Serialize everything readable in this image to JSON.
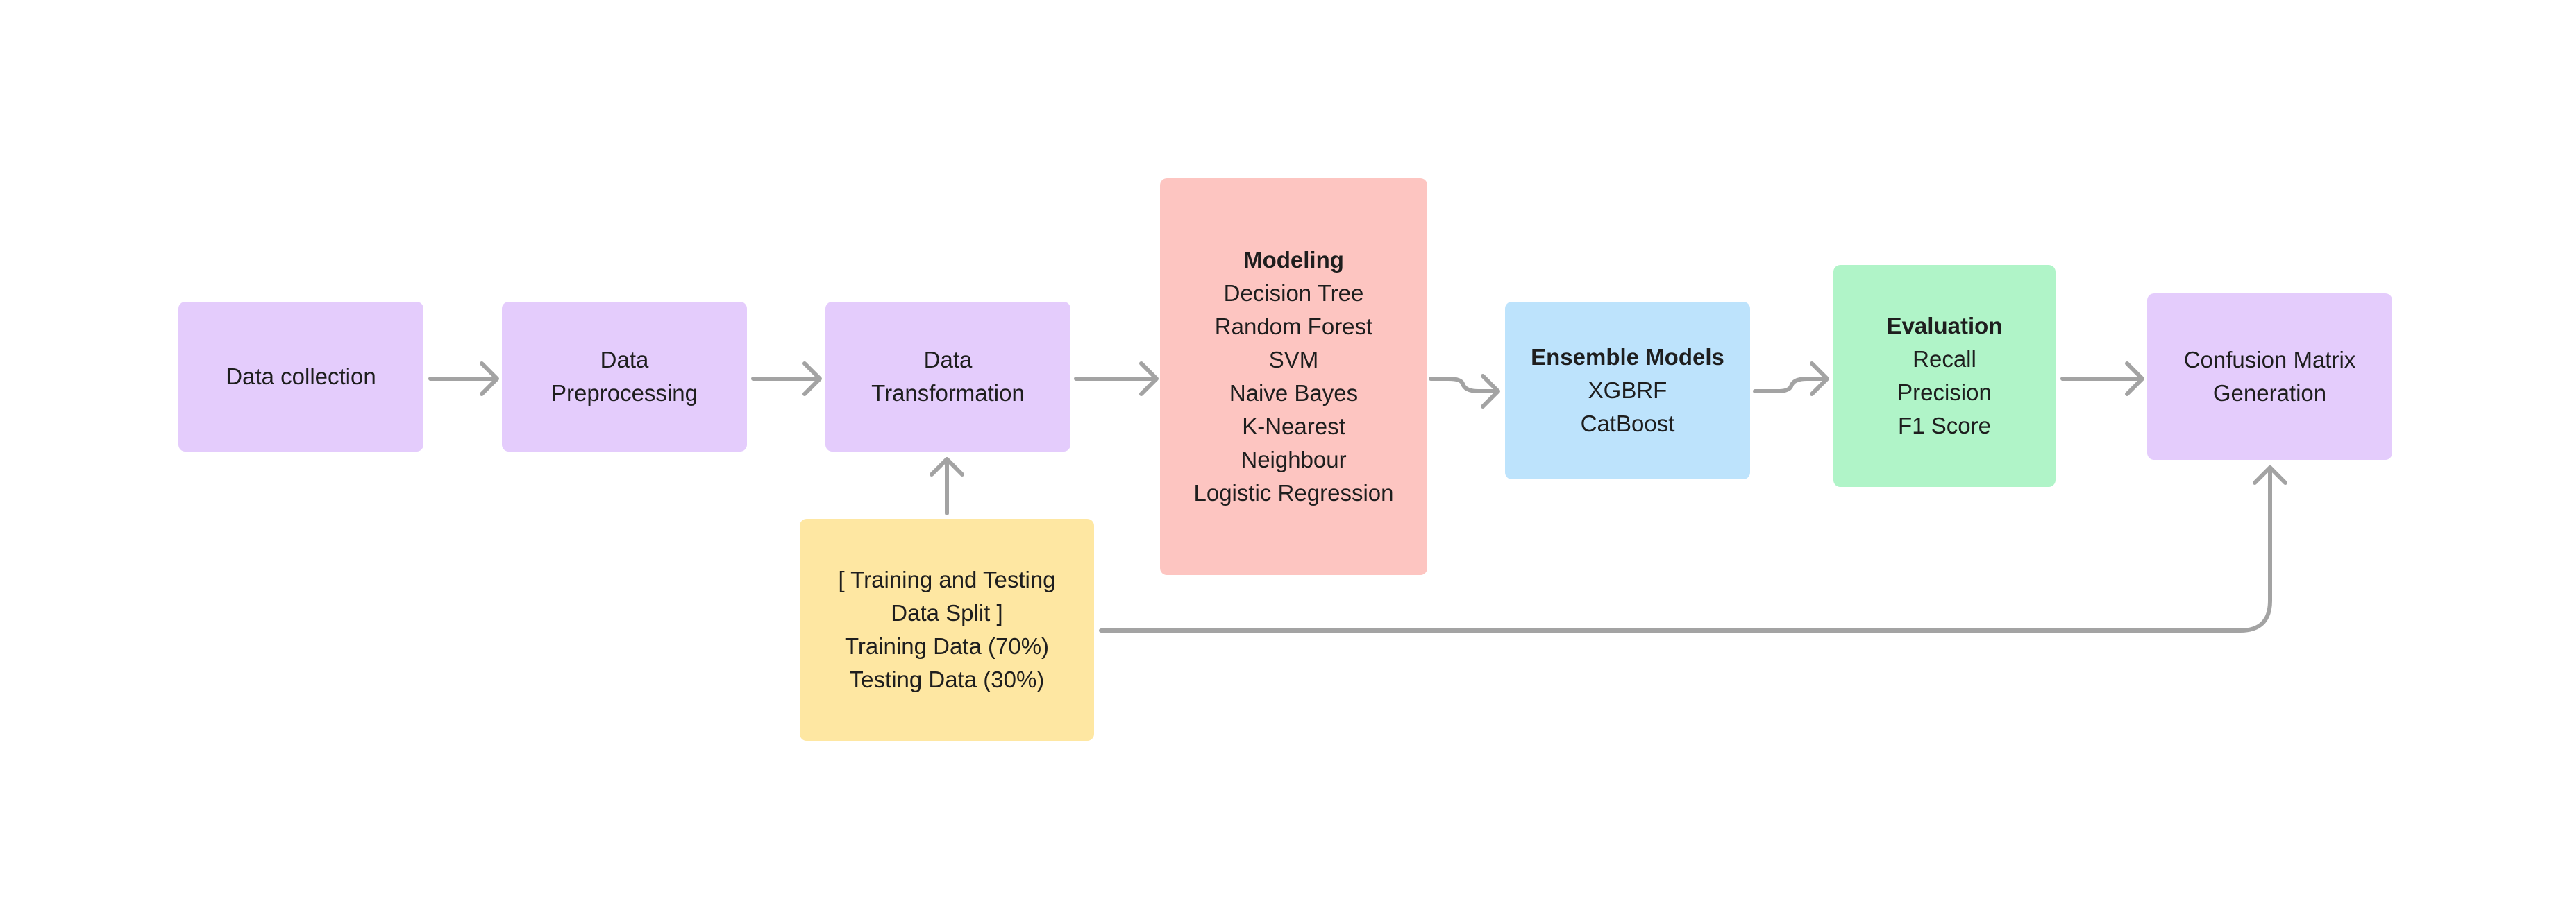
{
  "nodes": {
    "data_collection": {
      "lines": [
        "Data collection"
      ]
    },
    "data_preprocessing": {
      "lines": [
        "Data",
        "Preprocessing"
      ]
    },
    "data_transformation": {
      "lines": [
        "Data",
        "Transformation"
      ]
    },
    "train_test_split": {
      "lines": [
        "[ Training and Testing",
        "Data Split ]",
        "Training Data (70%)",
        "Testing Data (30%)"
      ]
    },
    "modeling": {
      "title": "Modeling",
      "items": [
        "Decision Tree",
        "Random Forest",
        "SVM",
        "Naive Bayes",
        "K-Nearest",
        "Neighbour",
        "Logistic Regression"
      ]
    },
    "ensemble_models": {
      "title": "Ensemble Models",
      "items": [
        "XGBRF",
        "CatBoost"
      ]
    },
    "evaluation": {
      "title": "Evaluation",
      "items": [
        "Recall",
        "Precision",
        "F1 Score"
      ]
    },
    "confusion_matrix": {
      "lines": [
        "Confusion Matrix",
        "Generation"
      ]
    }
  },
  "colors": {
    "purple": "#e4ccfc",
    "red": "#fdc5c1",
    "blue": "#bde3fc",
    "green": "#b0f4c8",
    "yellow": "#fee7a2",
    "connector": "#a3a3a3"
  }
}
